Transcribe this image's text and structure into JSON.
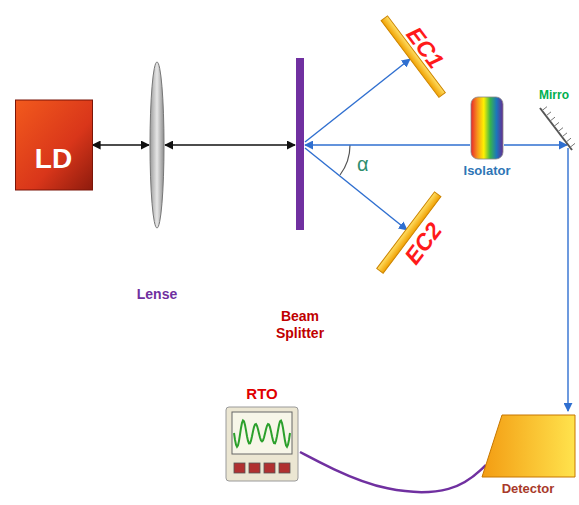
{
  "diagram": {
    "nodes": [
      {
        "text": [
          "LD"
        ]
      },
      {
        "text": [
          "Lense"
        ]
      },
      {
        "text": [
          "Beam Splitter"
        ]
      },
      {
        "text": [
          "EC1"
        ]
      },
      {
        "text": [
          "EC2"
        ]
      },
      {
        "text": [
          "Isolator"
        ]
      },
      {
        "text": [
          "Mirro"
        ]
      },
      {
        "text": [
          "RTO"
        ]
      },
      {
        "text": [
          "Detector"
        ]
      }
    ],
    "edges": [
      {
        "from": 0,
        "to": 1,
        "arrow": "both"
      },
      {
        "from": 1,
        "to": 2,
        "arrow": "both"
      },
      {
        "from": 2,
        "to": 3,
        "arrow": "to"
      },
      {
        "from": 2,
        "to": 4,
        "arrow": "to"
      },
      {
        "from": 5,
        "to": 2,
        "arrow": "to"
      },
      {
        "from": 5,
        "to": 6,
        "arrow": "to"
      },
      {
        "from": 6,
        "to": 8,
        "arrow": "to"
      },
      {
        "from": 8,
        "to": 7,
        "arrow": "none"
      }
    ],
    "labels": [
      "α"
    ]
  }
}
